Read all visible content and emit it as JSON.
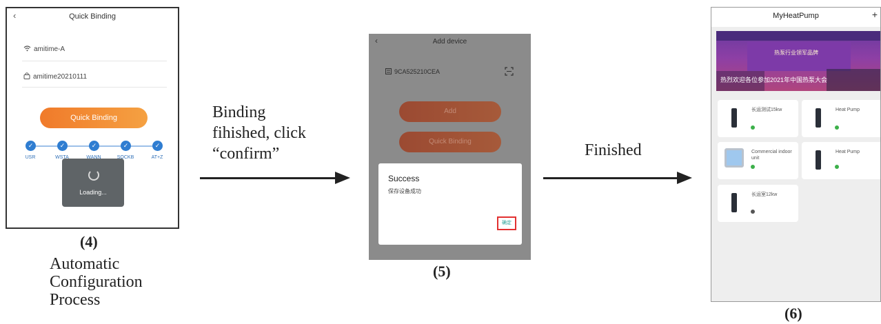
{
  "panel4": {
    "header_title": "Quick Binding",
    "wifi_name": "amitime-A",
    "password": "amitime20210111",
    "quick_binding_label": "Quick Binding",
    "steps": [
      "USR",
      "WSTA",
      "WANN",
      "SOCKB",
      "AT+Z"
    ],
    "loading_text": "Loading...",
    "number": "(4)",
    "caption": [
      "Automatic",
      "Configuration",
      "Process"
    ]
  },
  "arrow1_caption": [
    "Binding",
    "fihished, click",
    "“confirm”"
  ],
  "panel5": {
    "header_title": "Add device",
    "device_id": "9CA525210CEA",
    "add_label": "Add",
    "quick_binding_label": "Quick Binding",
    "dialog_title": "Success",
    "dialog_message": "保存设备成功",
    "confirm_label": "确定",
    "number": "(5)"
  },
  "arrow2_caption": "Finished",
  "panel6": {
    "header_title": "MyHeatPump",
    "plus_label": "+",
    "banner_text": "热泵行业领军品牌",
    "banner_subtext": "热烈欢迎各位参加2021年中国热泵大会",
    "devices": [
      {
        "name": "长运测试15kw",
        "status_color": "#3cb04a",
        "icon": "heat-pump-unit-icon"
      },
      {
        "name": "Heat Pump",
        "status_color": "#3cb04a",
        "icon": "heat-pump-unit-icon"
      },
      {
        "name": "Commercial indoor unit",
        "status_color": "#3cb04a",
        "icon": "indoor-unit-icon"
      },
      {
        "name": "Heat Pump",
        "status_color": "#3cb04a",
        "icon": "heat-pump-unit-icon"
      },
      {
        "name": "长运室12kw",
        "status_color": "#555555",
        "icon": "heat-pump-unit-icon"
      }
    ],
    "number": "(6)"
  }
}
